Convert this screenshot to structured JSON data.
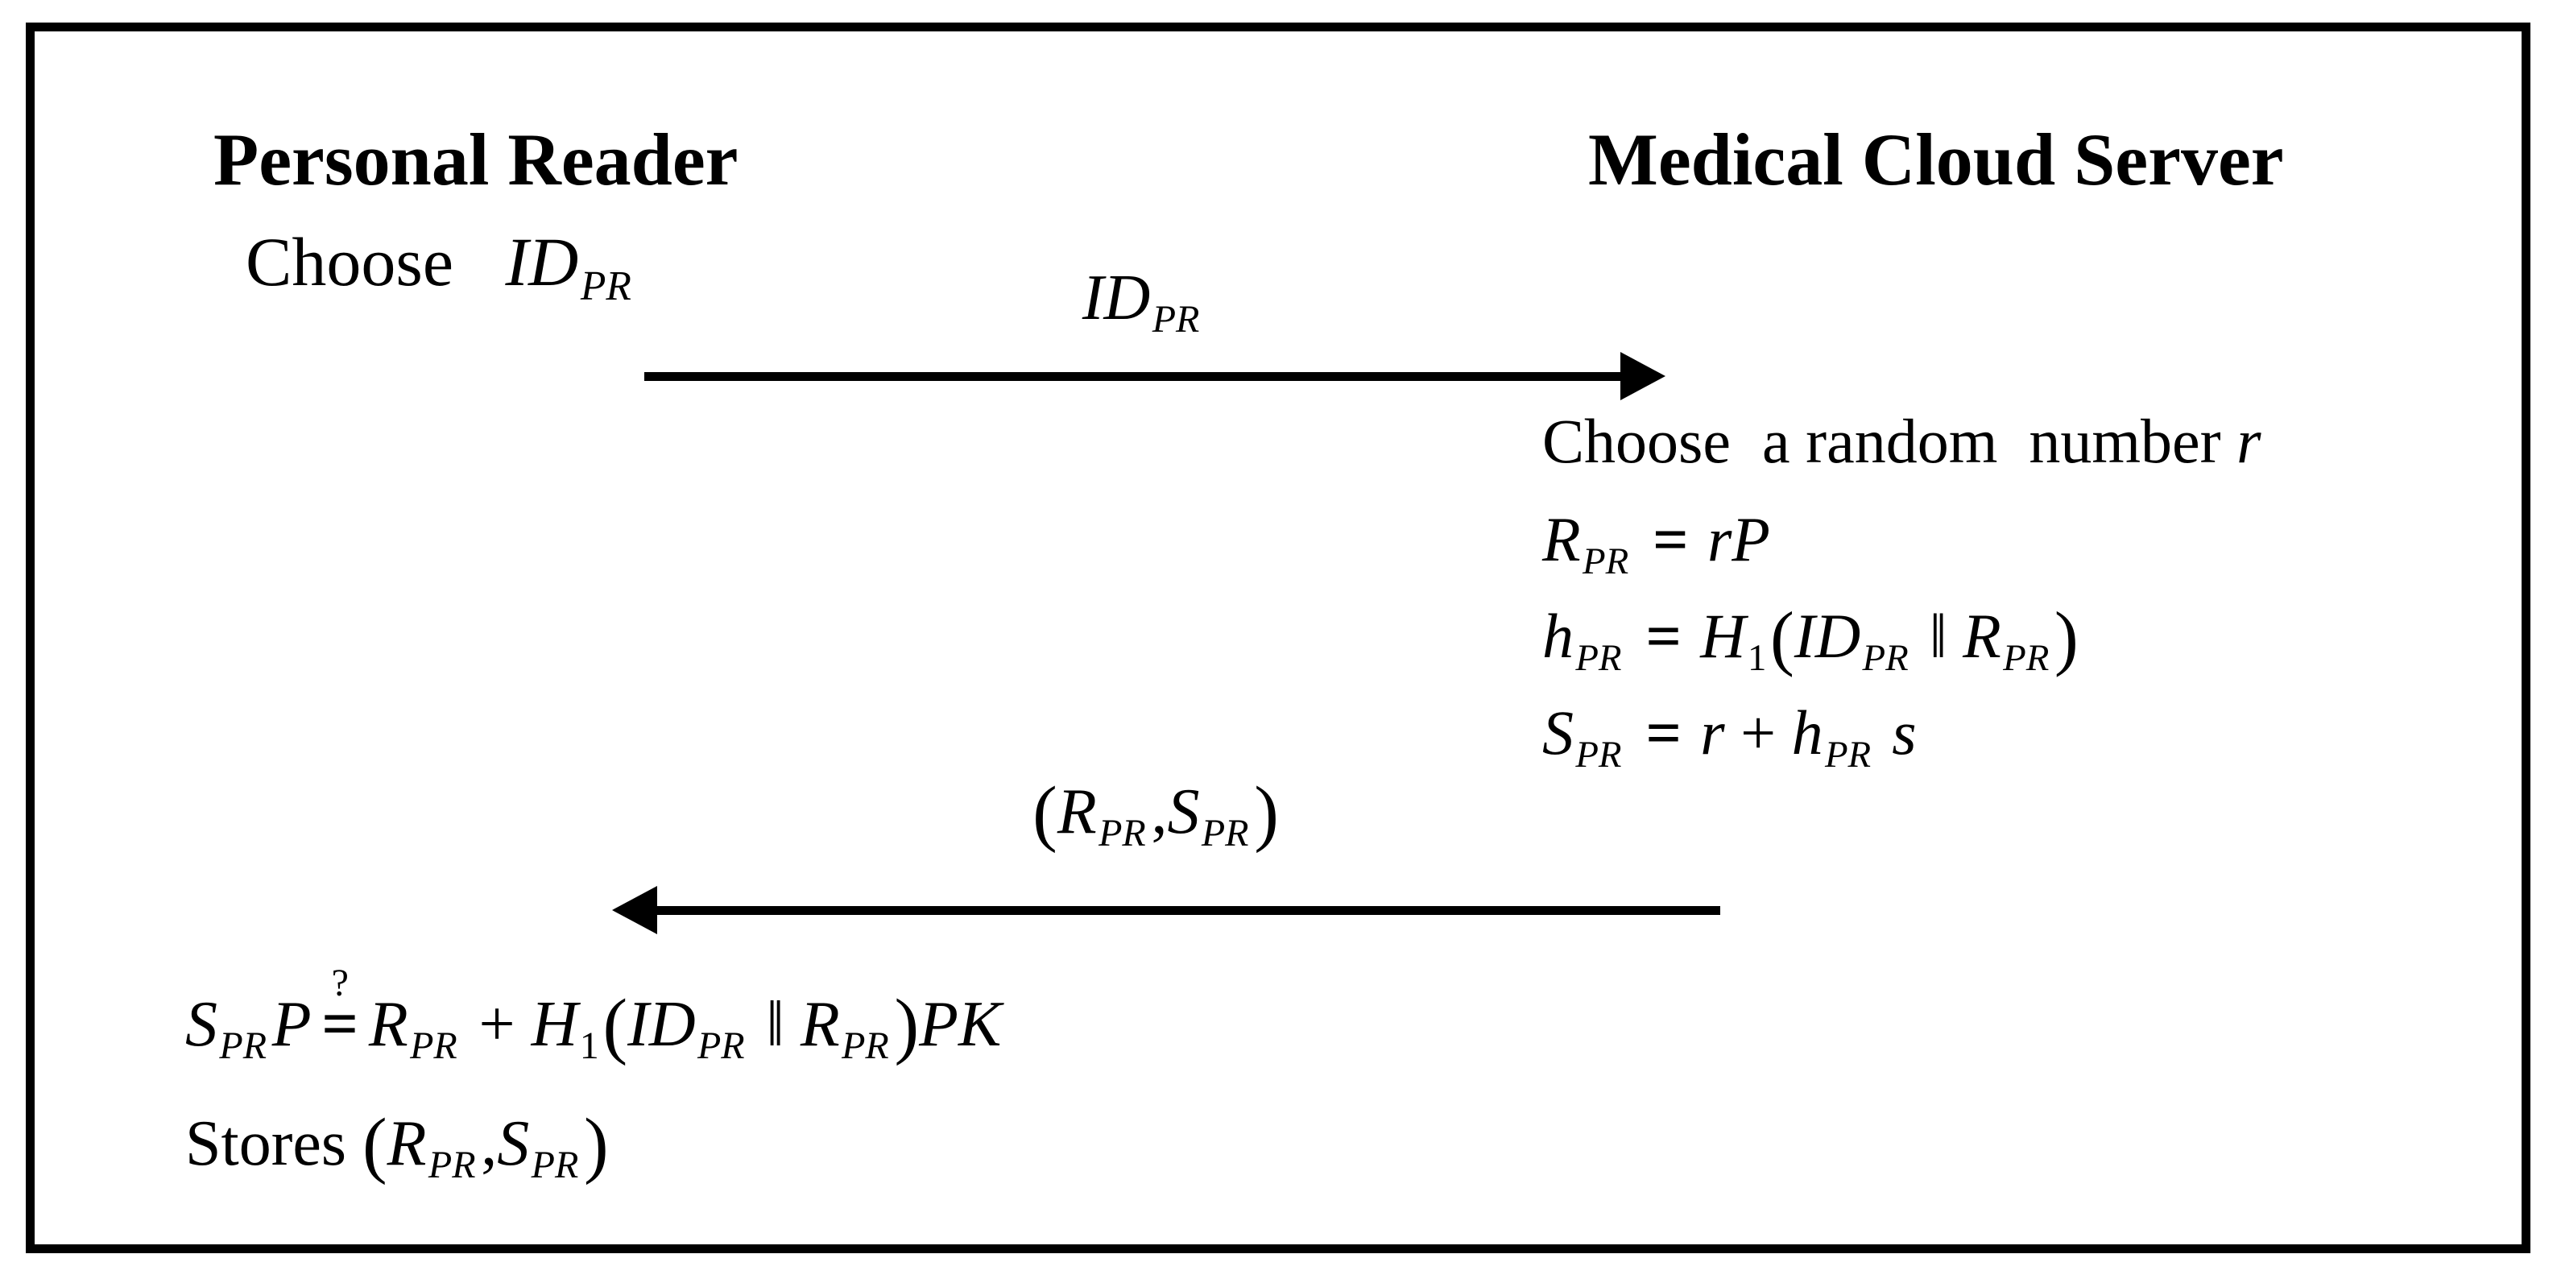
{
  "colors": {
    "ink": "#000000",
    "paper": "#ffffff"
  },
  "parties": {
    "left": "Personal Reader",
    "right": "Medical Cloud Server"
  },
  "reader": {
    "choose_line": [
      {
        "k": "t",
        "v": "Choose   "
      },
      {
        "k": "i",
        "v": "ID"
      },
      {
        "k": "si",
        "v": "PR"
      }
    ],
    "verify_line": [
      {
        "k": "i",
        "v": "S"
      },
      {
        "k": "si",
        "v": "PR"
      },
      {
        "k": "i",
        "v": "P"
      },
      {
        "k": "qeq",
        "q": "?",
        "v": "="
      },
      {
        "k": "i",
        "v": "R"
      },
      {
        "k": "si",
        "v": "PR"
      },
      {
        "k": "t",
        "v": " + "
      },
      {
        "k": "i",
        "v": "H"
      },
      {
        "k": "st",
        "v": "1"
      },
      {
        "k": "p",
        "v": "("
      },
      {
        "k": "i",
        "v": "ID"
      },
      {
        "k": "si",
        "v": "PR"
      },
      {
        "k": "t",
        "v": " ‖ "
      },
      {
        "k": "i",
        "v": "R"
      },
      {
        "k": "si",
        "v": "PR"
      },
      {
        "k": "p",
        "v": ")"
      },
      {
        "k": "i",
        "v": "PK"
      }
    ],
    "store_line": [
      {
        "k": "t",
        "v": "Stores "
      },
      {
        "k": "p",
        "v": "("
      },
      {
        "k": "i",
        "v": "R"
      },
      {
        "k": "si",
        "v": "PR"
      },
      {
        "k": "t",
        "v": ","
      },
      {
        "k": "i",
        "v": "S"
      },
      {
        "k": "si",
        "v": "PR"
      },
      {
        "k": "p",
        "v": ")"
      }
    ]
  },
  "server": {
    "steps": [
      [
        {
          "k": "t",
          "v": "Choose  a random  number "
        },
        {
          "k": "i",
          "v": "r"
        }
      ],
      [
        {
          "k": "i",
          "v": "R"
        },
        {
          "k": "si",
          "v": "PR"
        },
        {
          "k": "eq",
          "v": "="
        },
        {
          "k": "i",
          "v": "rP"
        }
      ],
      [
        {
          "k": "i",
          "v": "h"
        },
        {
          "k": "si",
          "v": "PR"
        },
        {
          "k": "eq",
          "v": "="
        },
        {
          "k": "i",
          "v": "H"
        },
        {
          "k": "st",
          "v": "1"
        },
        {
          "k": "p",
          "v": "("
        },
        {
          "k": "i",
          "v": "ID"
        },
        {
          "k": "si",
          "v": "PR"
        },
        {
          "k": "t",
          "v": " ‖ "
        },
        {
          "k": "i",
          "v": "R"
        },
        {
          "k": "si",
          "v": "PR"
        },
        {
          "k": "p",
          "v": ")"
        }
      ],
      [
        {
          "k": "i",
          "v": "S"
        },
        {
          "k": "si",
          "v": "PR"
        },
        {
          "k": "eq",
          "v": "="
        },
        {
          "k": "i",
          "v": "r"
        },
        {
          "k": "t",
          "v": " + "
        },
        {
          "k": "i",
          "v": "h"
        },
        {
          "k": "si",
          "v": "PR"
        },
        {
          "k": "i",
          "v": " s"
        }
      ]
    ]
  },
  "messages": {
    "msg1": {
      "direction": "right",
      "label": [
        {
          "k": "i",
          "v": "ID"
        },
        {
          "k": "si",
          "v": "PR"
        }
      ]
    },
    "msg2": {
      "direction": "left",
      "label": [
        {
          "k": "p",
          "v": "("
        },
        {
          "k": "i",
          "v": "R"
        },
        {
          "k": "si",
          "v": "PR"
        },
        {
          "k": "t",
          "v": ","
        },
        {
          "k": "i",
          "v": "S"
        },
        {
          "k": "si",
          "v": "PR"
        },
        {
          "k": "p",
          "v": ")"
        }
      ]
    }
  }
}
